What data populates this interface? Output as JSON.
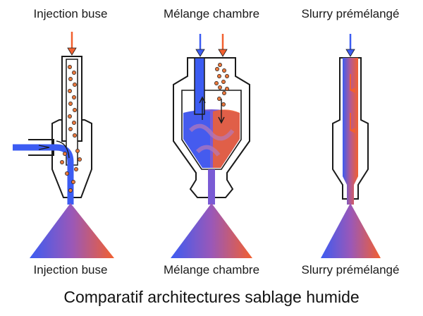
{
  "colors": {
    "water": "#3c5cf2",
    "abrasive": "#f2602f",
    "outline": "#1a1a1a",
    "particle": "#e8773c"
  },
  "panels": [
    {
      "id": "injection",
      "title": "Injection buse",
      "label": "Injection buse"
    },
    {
      "id": "chamber",
      "title": "Mélange chambre",
      "label": "Mélange chambre"
    },
    {
      "id": "slurry",
      "title": "Slurry prémélangé",
      "label": "Slurry prémélangé"
    }
  ],
  "caption": "Comparatif architectures sablage humide"
}
